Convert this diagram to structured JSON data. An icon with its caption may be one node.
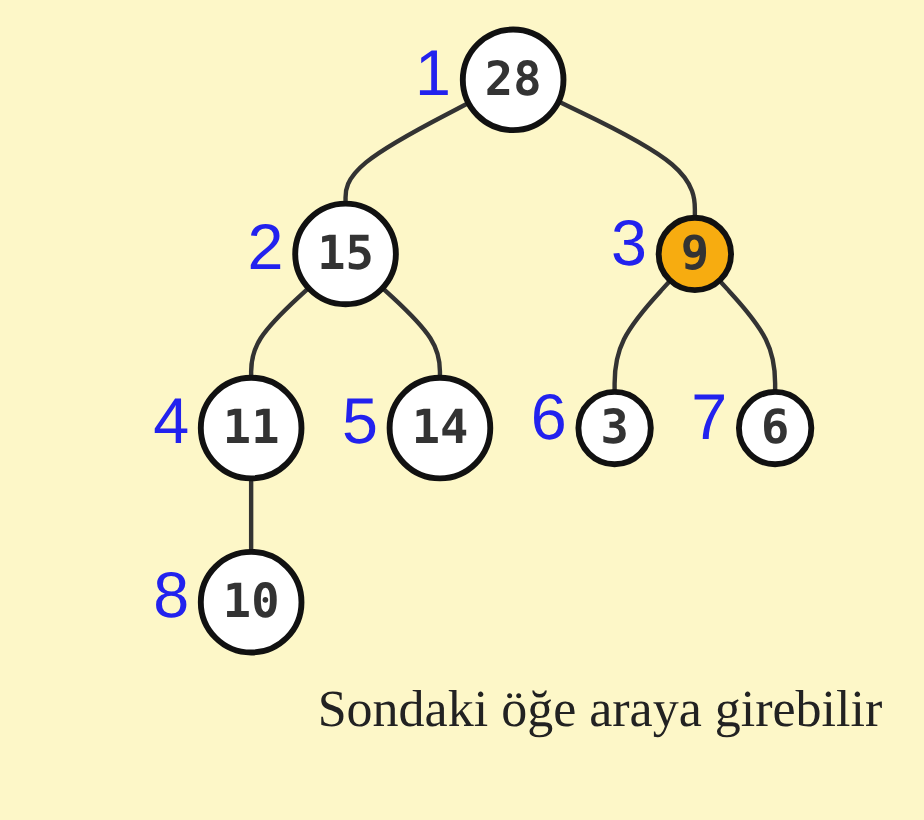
{
  "diagram": {
    "caption": "Sondaki öğe araya girebilir",
    "nodes": [
      {
        "text": [
          "28"
        ],
        "beside": [
          "1"
        ]
      },
      {
        "text": [
          "15"
        ],
        "beside": [
          "2"
        ]
      },
      {
        "text": [
          "9"
        ],
        "beside": [
          "3"
        ]
      },
      {
        "text": [
          "11"
        ],
        "beside": [
          "4"
        ]
      },
      {
        "text": [
          "14"
        ],
        "beside": [
          "5"
        ]
      },
      {
        "text": [
          "3"
        ],
        "beside": [
          "6"
        ]
      },
      {
        "text": [
          "6"
        ],
        "beside": [
          "7"
        ]
      },
      {
        "text": [
          "10"
        ],
        "beside": [
          "8"
        ]
      }
    ],
    "edges": [
      {
        "from": 0,
        "to": 1,
        "arrow": "none"
      },
      {
        "from": 0,
        "to": 2,
        "arrow": "none"
      },
      {
        "from": 1,
        "to": 3,
        "arrow": "none"
      },
      {
        "from": 1,
        "to": 4,
        "arrow": "none"
      },
      {
        "from": 2,
        "to": 5,
        "arrow": "none"
      },
      {
        "from": 2,
        "to": 6,
        "arrow": "none"
      },
      {
        "from": 3,
        "to": 7,
        "arrow": "none"
      }
    ]
  }
}
